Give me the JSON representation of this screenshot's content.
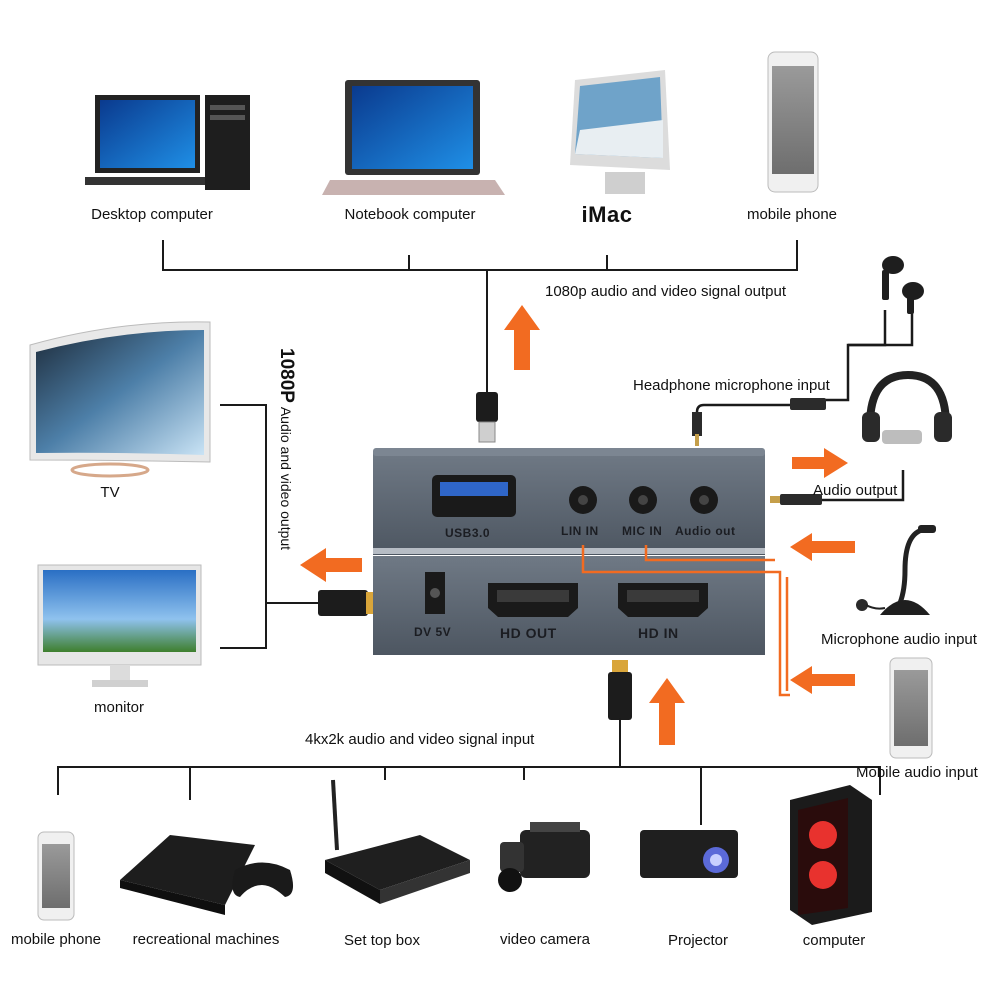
{
  "top_devices": {
    "desktop": "Desktop computer",
    "notebook": "Notebook computer",
    "imac": "iMac",
    "phone": "mobile phone"
  },
  "signal": {
    "output_1080p": "1080p audio and video signal output",
    "input_4k": "4kx2k audio and video signal input",
    "side_big": "1080P",
    "side_small": "Audio and video output"
  },
  "left_devices": {
    "tv": "TV",
    "monitor": "monitor"
  },
  "right_devices": {
    "headphone_mic": "Headphone microphone input",
    "audio_output": "Audio output",
    "mic_input": "Microphone audio input",
    "mobile_audio": "Mobile audio input"
  },
  "device_panel": {
    "usb": "USB3.0",
    "linein": "LIN IN",
    "micin": "MIC IN",
    "audioout": "Audio out",
    "dc": "DV 5V",
    "hdout": "HD OUT",
    "hdin": "HD IN"
  },
  "bottom_devices": {
    "phone": "mobile phone",
    "game": "recreational machines",
    "stb": "Set top box",
    "camera": "video camera",
    "projector": "Projector",
    "computer": "computer"
  },
  "colors": {
    "accent_orange": "#f26b21",
    "device_body": "#5d6773",
    "cable": "#1a1a1a"
  }
}
